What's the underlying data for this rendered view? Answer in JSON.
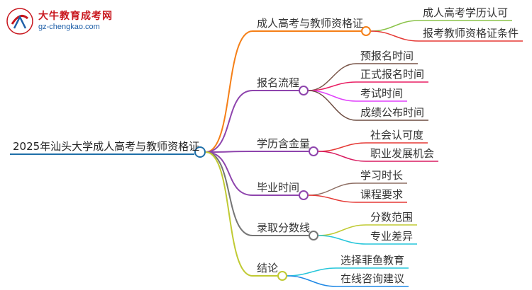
{
  "logo": {
    "name": "大牛教育成考网",
    "url": "gz-chengkao.com"
  },
  "mindmap": {
    "root": "2025年汕头大学成人高考与教师资格证",
    "branches": [
      {
        "label": "成人高考与教师资格证",
        "color": "#f57f17",
        "children": [
          {
            "label": "成人高考学历认可",
            "color": "#8bc34a"
          },
          {
            "label": "报考教师资格证条件",
            "color": "#e53935"
          }
        ]
      },
      {
        "label": "报名流程",
        "color": "#8e44ad",
        "children": [
          {
            "label": "预报名时间",
            "color": "#795548"
          },
          {
            "label": "正式报名时间",
            "color": "#e91e63"
          },
          {
            "label": "考试时间",
            "color": "#e040fb"
          },
          {
            "label": "成绩公布时间",
            "color": "#6d4c41"
          }
        ]
      },
      {
        "label": "学历含金量",
        "color": "#8e44ad",
        "children": [
          {
            "label": "社会认可度",
            "color": "#e53935"
          },
          {
            "label": "职业发展机会",
            "color": "#d81b60"
          }
        ]
      },
      {
        "label": "毕业时间",
        "color": "#8e44ad",
        "children": [
          {
            "label": "学习时长",
            "color": "#8d6e63"
          },
          {
            "label": "课程要求",
            "color": "#e53935"
          }
        ]
      },
      {
        "label": "录取分数线",
        "color": "#757575",
        "children": [
          {
            "label": "分数范围",
            "color": "#c0ca33"
          },
          {
            "label": "专业差异",
            "color": "#26c6da"
          }
        ]
      },
      {
        "label": "结论",
        "color": "#c0ca33",
        "children": [
          {
            "label": "选择菲鱼教育",
            "color": "#26c6da"
          },
          {
            "label": "在线咨询建议",
            "color": "#1e88e5"
          }
        ]
      }
    ]
  }
}
